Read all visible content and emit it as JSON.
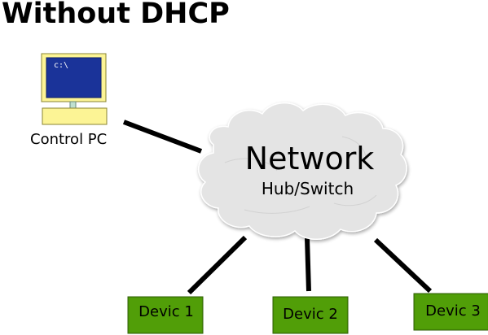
{
  "title": "Without DHCP",
  "control_pc": {
    "label": "Control PC",
    "screen_prompt": "c:\\"
  },
  "network": {
    "label": "Network",
    "sublabel": "Hub/Switch"
  },
  "devices": [
    {
      "label": "Devic 1"
    },
    {
      "label": "Devic 2"
    },
    {
      "label": "Devic 3"
    }
  ],
  "colors": {
    "device_fill": "#4e9a06",
    "device_edge": "#2f5f06",
    "monitor_frame": "#fcf495",
    "monitor_screen": "#1a3399",
    "cloud_fill": "#e4e4e4",
    "link": "#000000"
  },
  "icons": {
    "computer": "computer-icon",
    "network": "cloud-icon",
    "device": "device-box-icon"
  }
}
